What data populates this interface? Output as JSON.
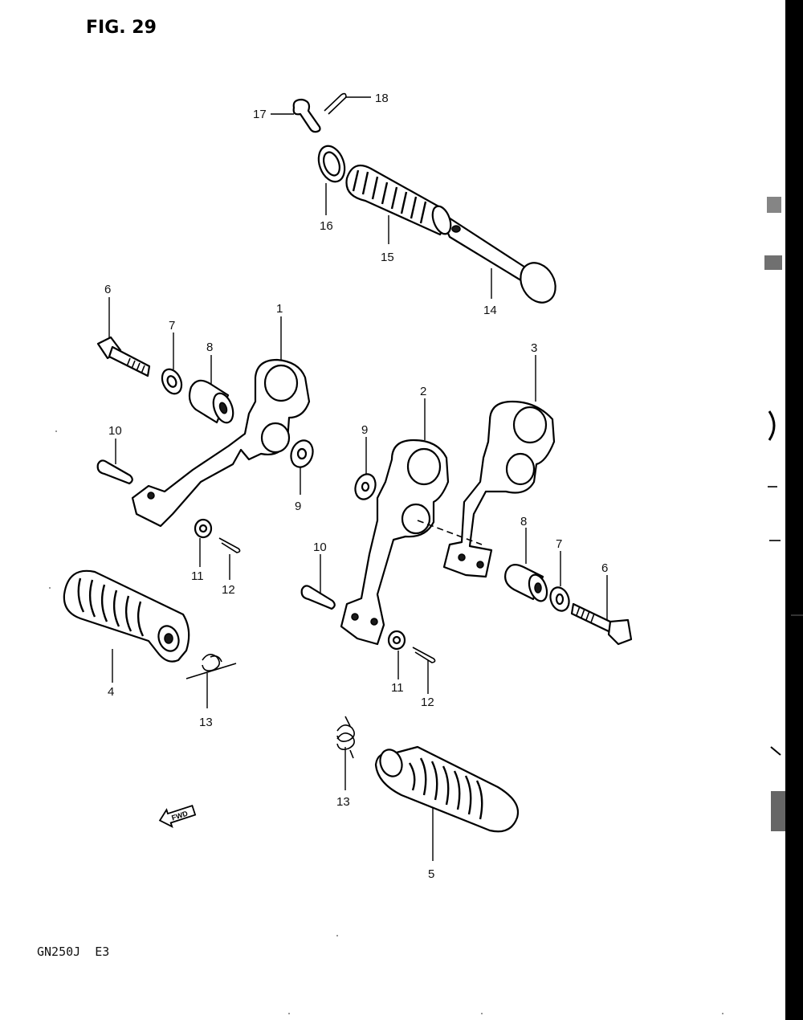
{
  "figure": {
    "title": "FIG. 29",
    "model": "GN250J  E3",
    "fwd_mark": "FWD"
  },
  "callouts": {
    "c1": "1",
    "c2": "2",
    "c3": "3",
    "c4": "4",
    "c5": "5",
    "c6a": "6",
    "c6b": "6",
    "c7a": "7",
    "c7b": "7",
    "c8a": "8",
    "c8b": "8",
    "c9a": "9",
    "c9b": "9",
    "c10a": "10",
    "c10b": "10",
    "c11a": "11",
    "c11b": "11",
    "c12a": "12",
    "c12b": "12",
    "c13a": "13",
    "c13b": "13",
    "c14": "14",
    "c15": "15",
    "c16": "16",
    "c17": "17",
    "c18": "18"
  }
}
